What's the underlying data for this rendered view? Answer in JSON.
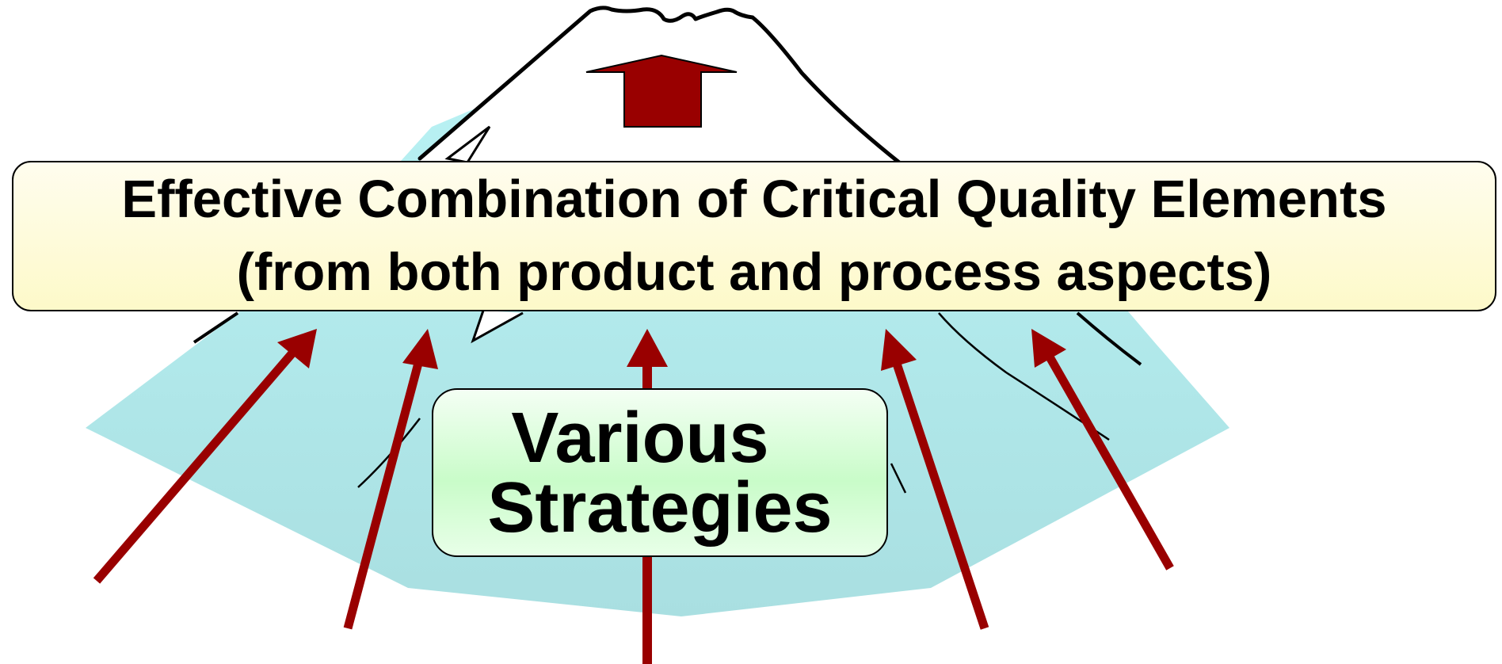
{
  "banner": {
    "line1": "Effective Combination of Critical Quality Elements",
    "line2": "(from both product and process aspects)"
  },
  "center_box": {
    "line1": "Various",
    "line2": "Strategies"
  },
  "colors": {
    "arrow": "#990000",
    "mountain_fill": "#b4ecee",
    "banner_fill": "#fdf9c9",
    "center_fill": "#c9fcc9",
    "outline": "#000000"
  },
  "icons": {
    "mountain": "mountain-peak-icon",
    "summit_arrow": "up-arrow-icon"
  }
}
